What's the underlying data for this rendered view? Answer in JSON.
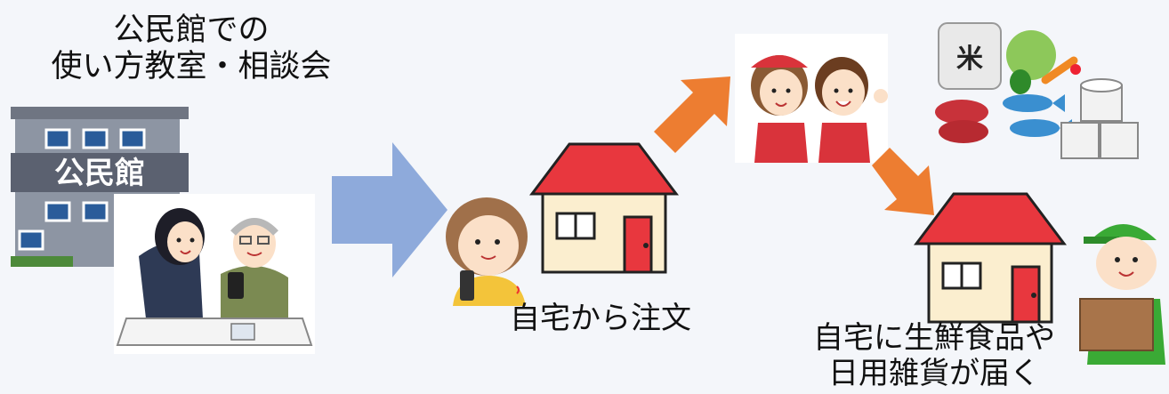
{
  "captions": {
    "community_center": [
      "公民館での",
      "使い方教室・相談会"
    ],
    "order_from_home": "自宅から注文",
    "delivery": [
      "自宅に生鮮食品や",
      "日用雑貨が届く"
    ]
  },
  "building_sign": "公民館",
  "rice_bag_label": "米",
  "colors": {
    "big_arrow": "#8eaadb",
    "orange_arrow": "#ed7d31",
    "roof": "#e8373e",
    "wall": "#fbeecf",
    "door": "#e8373e",
    "apron": "#d9333b",
    "delivery_uniform": "#3aaa35"
  }
}
